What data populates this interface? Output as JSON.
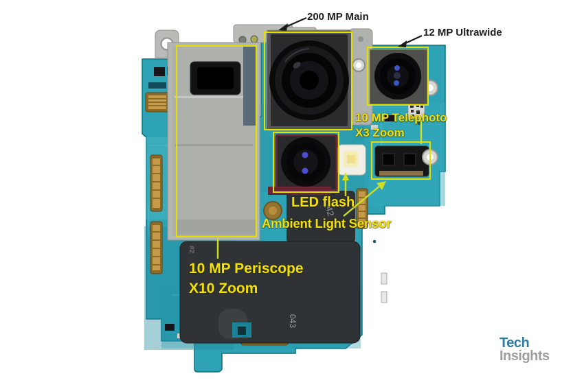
{
  "annotations": {
    "main_camera": {
      "label": "200 MP Main"
    },
    "ultrawide": {
      "label": "12 MP Ultrawide"
    },
    "telephoto": {
      "line1": "10 MP Telephoto",
      "line2": "X3 Zoom"
    },
    "led_flash": {
      "label": "LED flash"
    },
    "ambient_light_sensor": {
      "label": "Ambient Light Sensor"
    },
    "periscope": {
      "line1": "10 MP Periscope",
      "line2": "X10 Zoom"
    }
  },
  "board_markings": {
    "bottom_shield": "043",
    "mid_shield": "42",
    "left_shield": "#2"
  },
  "logo": {
    "line1": "Tech",
    "line2": "Insights"
  },
  "colors": {
    "board_teal": "#2fa3b6",
    "annotation_yellow": "#f2df05",
    "leader_green": "#cede20",
    "outline_yellow": "#e4e000",
    "logo_teal": "#2e7ca3",
    "logo_gray": "#9c9ea0"
  }
}
